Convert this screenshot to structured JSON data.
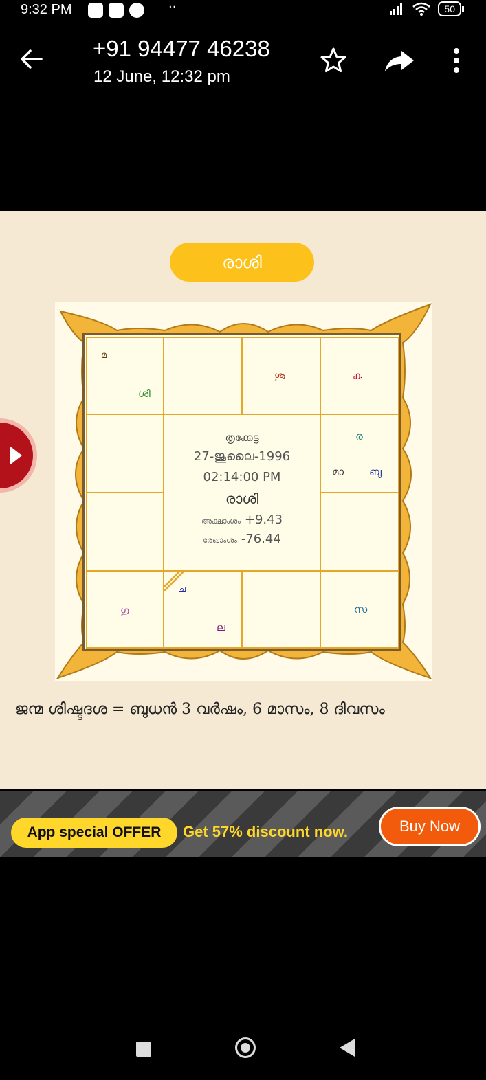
{
  "status": {
    "time": "9:32 PM",
    "dots": "··",
    "battery": "50"
  },
  "header": {
    "title": "+91 94477 46238",
    "subtitle": "12 June, 12:32 pm"
  },
  "chart": {
    "tab_label": "രാശി",
    "cells": {
      "r0c0_a": "മ",
      "r0c0_b": "ശി",
      "r0c2": "ശു",
      "r0c3": "കു",
      "r1c3_a": "ര",
      "r1c3_b": "മാ",
      "r1c3_c": "ബു",
      "r3c0": "ഗു",
      "r3c1_a": "ച",
      "r3c1_b": "ല",
      "r3c3": "സ"
    },
    "center": {
      "nakshatra": "തൃക്കേട്ട",
      "date": "27-ജൂലൈ-1996",
      "time": "02:14:00 PM",
      "chart_name": "രാശി",
      "lat_label": "അക്ഷാംശം",
      "lat_value": "+9.43",
      "lon_label": "രേഖാംശം",
      "lon_value": "-76.44"
    }
  },
  "dasha": {
    "text": "ജന്മ ശിഷ്ടദശ = ബുധൻ 3 വർഷം, 6 മാസം, 8 ദിവസം"
  },
  "offer": {
    "pill": "App special OFFER",
    "text": "Get 57% discount now.",
    "button": "Buy Now"
  },
  "colors": {
    "accent_yellow": "#fcc21b",
    "chart_border": "#e6a629",
    "card_bg": "#f6e9d3",
    "buy_button": "#f25b0c",
    "side_button": "#b3121b"
  }
}
